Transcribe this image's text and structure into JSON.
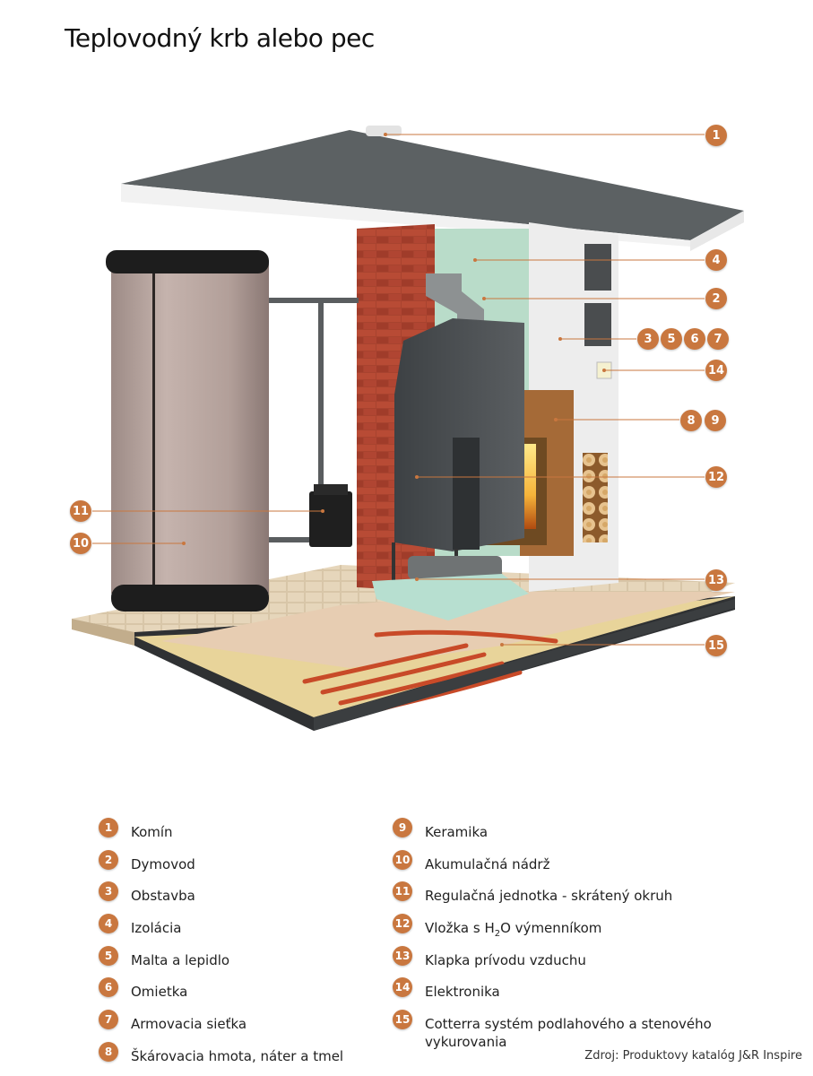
{
  "title": "Teplovodný krb alebo pec",
  "colors": {
    "badge": "#c9773f",
    "leader": "#c9773f"
  },
  "callouts": [
    "1",
    "2",
    "3",
    "4",
    "5",
    "6",
    "7",
    "8",
    "9",
    "10",
    "11",
    "12",
    "13",
    "14",
    "15"
  ],
  "legend": [
    {
      "num": "1",
      "text": "Komín"
    },
    {
      "num": "2",
      "text": "Dymovod"
    },
    {
      "num": "3",
      "text": "Obstavba"
    },
    {
      "num": "4",
      "text": "Izolácia"
    },
    {
      "num": "5",
      "text": "Malta a lepidlo"
    },
    {
      "num": "6",
      "text": "Omietka"
    },
    {
      "num": "7",
      "text": "Armovacia sieťka"
    },
    {
      "num": "8",
      "text": "Škárovacia hmota, náter a tmel"
    },
    {
      "num": "9",
      "text": "Keramika"
    },
    {
      "num": "10",
      "text": "Akumulačná nádrž"
    },
    {
      "num": "11",
      "text": "Regulačná jednotka - skrátený okruh"
    },
    {
      "num": "12",
      "text_pre": "Vložka s H",
      "text_sub": "2",
      "text_post": "O výmenníkom"
    },
    {
      "num": "13",
      "text": "Klapka prívodu vzduchu"
    },
    {
      "num": "14",
      "text": "Elektronika"
    },
    {
      "num": "15",
      "text": "Cotterra systém podlahového a stenového vykurovania"
    }
  ],
  "source": "Zdroj: Produktovy katalóg J&R Inspire"
}
